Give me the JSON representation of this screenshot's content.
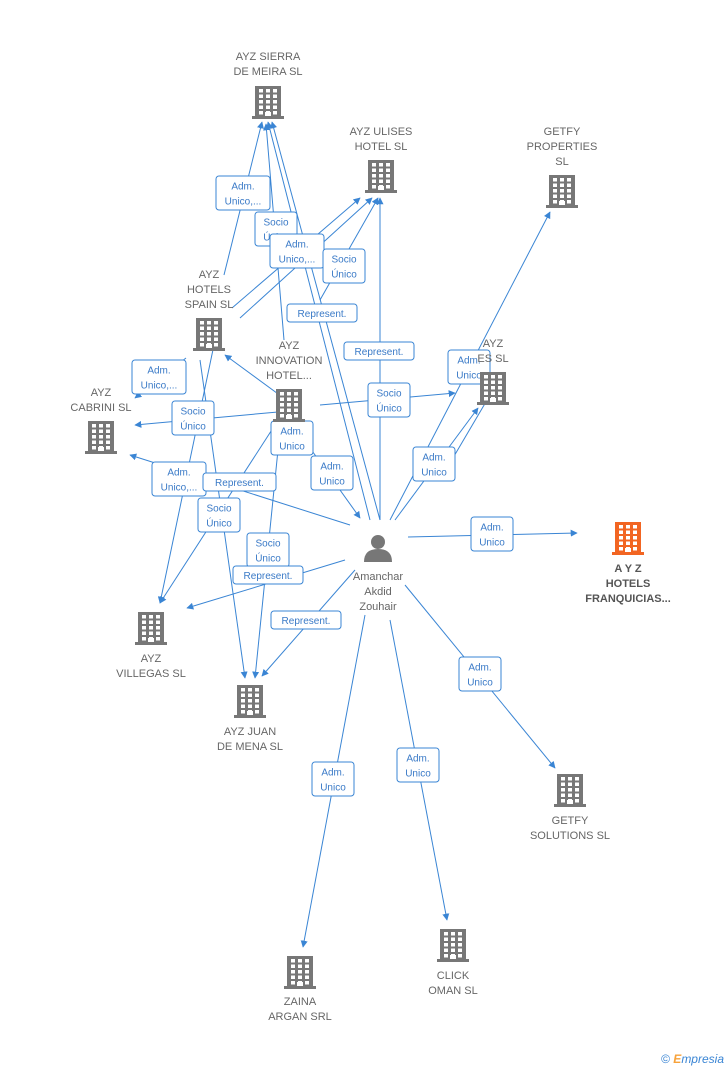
{
  "colors": {
    "edge": "#3a85d4",
    "building": "#777777",
    "focus_building": "#f26522",
    "person": "#777777"
  },
  "nodes": [
    {
      "id": "sierra",
      "type": "company",
      "lines": [
        "AYZ SIERRA",
        "DE MEIRA  SL"
      ]
    },
    {
      "id": "ulises",
      "type": "company",
      "lines": [
        "AYZ ULISES",
        "HOTEL  SL"
      ]
    },
    {
      "id": "getfy_prop",
      "type": "company",
      "lines": [
        "GETFY",
        "PROPERTIES",
        "SL"
      ]
    },
    {
      "id": "spain",
      "type": "company",
      "lines": [
        "AYZ",
        "HOTELS",
        "SPAIN  SL"
      ]
    },
    {
      "id": "innovation",
      "type": "company",
      "lines": [
        "AYZ",
        "INNOVATION",
        "HOTEL..."
      ]
    },
    {
      "id": "es",
      "type": "company",
      "lines": [
        "AYZ",
        "ES  SL"
      ]
    },
    {
      "id": "cabrini",
      "type": "company",
      "lines": [
        "AYZ",
        "CABRINI  SL"
      ]
    },
    {
      "id": "franquicias",
      "type": "focus",
      "lines": [
        "A Y Z",
        "HOTELS",
        "FRANQUICIAS..."
      ]
    },
    {
      "id": "person",
      "type": "person",
      "lines": [
        "Amanchar",
        "Akdid",
        "Zouhair"
      ]
    },
    {
      "id": "villegas",
      "type": "company",
      "lines": [
        "AYZ",
        "VILLEGAS  SL"
      ]
    },
    {
      "id": "juan",
      "type": "company",
      "lines": [
        "AYZ JUAN",
        "DE MENA  SL"
      ]
    },
    {
      "id": "getfy_sol",
      "type": "company",
      "lines": [
        "GETFY",
        "SOLUTIONS  SL"
      ]
    },
    {
      "id": "zaina",
      "type": "company",
      "lines": [
        "ZAINA",
        "ARGAN SRL"
      ]
    },
    {
      "id": "click",
      "type": "company",
      "lines": [
        "CLICK",
        "OMAN  SL"
      ]
    }
  ],
  "edge_labels": [
    {
      "id": "l1",
      "lines": [
        "Adm.",
        "Unico,..."
      ]
    },
    {
      "id": "l2",
      "lines": [
        "Socio",
        "Único"
      ]
    },
    {
      "id": "l3",
      "lines": [
        "Adm.",
        "Unico,..."
      ]
    },
    {
      "id": "l4",
      "lines": [
        "Socio",
        "Único"
      ]
    },
    {
      "id": "l5",
      "lines": [
        "Represent."
      ]
    },
    {
      "id": "l6",
      "lines": [
        "Represent."
      ]
    },
    {
      "id": "l7",
      "lines": [
        "Adm.",
        "Unico"
      ]
    },
    {
      "id": "l8",
      "lines": [
        "Adm.",
        "Unico,..."
      ]
    },
    {
      "id": "l9",
      "lines": [
        "Socio",
        "Único"
      ]
    },
    {
      "id": "l10",
      "lines": [
        "Socio",
        "Único"
      ]
    },
    {
      "id": "l11",
      "lines": [
        "Adm.",
        "Unico"
      ]
    },
    {
      "id": "l12",
      "lines": [
        "Adm.",
        "Unico"
      ]
    },
    {
      "id": "l13",
      "lines": [
        "Adm.",
        "Unico"
      ]
    },
    {
      "id": "l14",
      "lines": [
        "Adm.",
        "Unico,..."
      ]
    },
    {
      "id": "l15",
      "lines": [
        "Represent."
      ]
    },
    {
      "id": "l16",
      "lines": [
        "Adm.",
        "Unico"
      ]
    },
    {
      "id": "l17",
      "lines": [
        "Socio",
        "Único"
      ]
    },
    {
      "id": "l18",
      "lines": [
        "Socio",
        "Único"
      ]
    },
    {
      "id": "l19",
      "lines": [
        "Represent."
      ]
    },
    {
      "id": "l20",
      "lines": [
        "Represent."
      ]
    },
    {
      "id": "l21",
      "lines": [
        "Adm.",
        "Unico"
      ]
    },
    {
      "id": "l22",
      "lines": [
        "Adm.",
        "Unico"
      ]
    },
    {
      "id": "l23",
      "lines": [
        "Adm.",
        "Unico"
      ]
    }
  ],
  "copyright": {
    "symbol": "©",
    "brand_initial": "E",
    "brand_rest": "mpresia"
  }
}
